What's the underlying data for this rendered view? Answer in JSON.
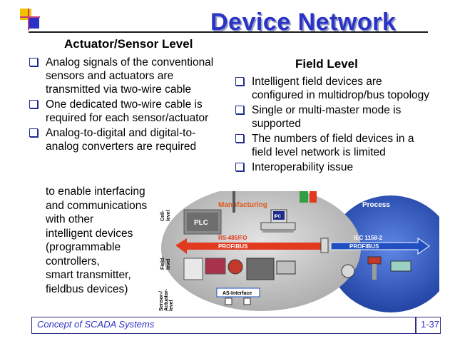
{
  "slide": {
    "title": "Device Network",
    "left_heading": "Actuator/Sensor Level",
    "right_heading": "Field Level",
    "left_bullets": [
      "Analog signals of the conventional sensors and actuators are transmitted via two-wire cable",
      "One dedicated two-wire cable is required for each sensor/actuator",
      "Analog-to-digital and digital-to-analog converters are required"
    ],
    "left_continuation": [
      "to enable interfacing",
      "and communications",
      "with other",
      "intelligent devices",
      "(programmable",
      "controllers,",
      "smart transmitter,",
      "fieldbus devices)"
    ],
    "right_bullets": [
      "Intelligent field devices are configured in multidrop/bus topology",
      "Single or multi-master mode is supported",
      "The numbers of field devices in a field level network is limited",
      "Interoperability issue"
    ]
  },
  "diagram": {
    "manufacturing_label": "Manufacturing",
    "process_label": "Process",
    "plc_label": "PLC",
    "ipc_label": "IPC",
    "cell_level_label": "Cell-\nlevel",
    "field_level_label": "Field-\nlevel",
    "sensor_level_label": "Sensor-/\nActuator-\nlevel",
    "bus_left_line1": "RS-485/FO",
    "bus_left_line2": "PROFIBUS",
    "bus_right_line1": "IEC 1158-2",
    "bus_right_line2": "PROFIBUS",
    "asi_label": "AS-Interface"
  },
  "footer": {
    "course": "Concept of SCADA Systems",
    "page": "1-37"
  },
  "colors": {
    "title": "#2b33c6",
    "bullet_box": "#1f2a8c",
    "bus_arrow": "#e23a1e",
    "field_bus_arrow": "#1f4fc0",
    "manufacturing_bg": "#c9c9c9",
    "process_bg": "#2a4fb8"
  }
}
